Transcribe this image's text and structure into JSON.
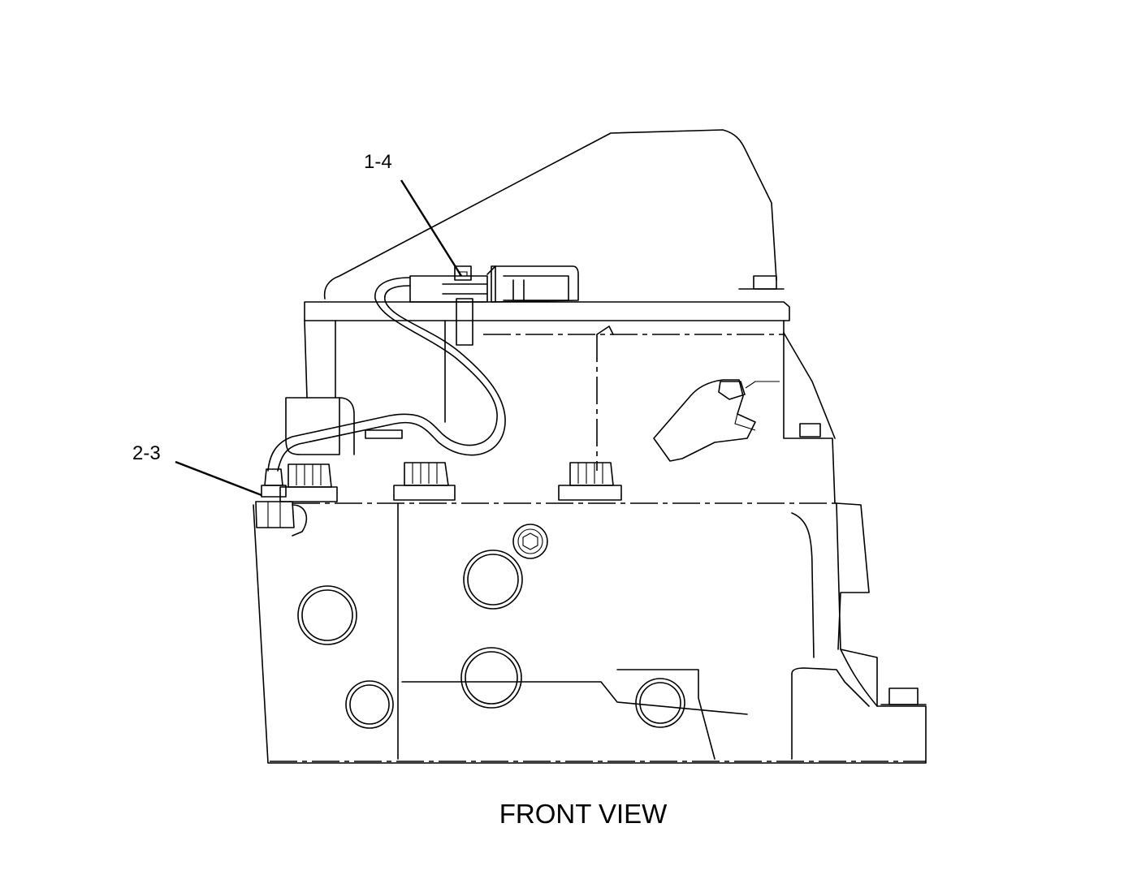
{
  "callouts": [
    {
      "label": "1-4"
    },
    {
      "label": "2-3"
    }
  ],
  "view_title": "FRONT VIEW",
  "colors": {
    "line": "#000000",
    "background": "#ffffff"
  }
}
